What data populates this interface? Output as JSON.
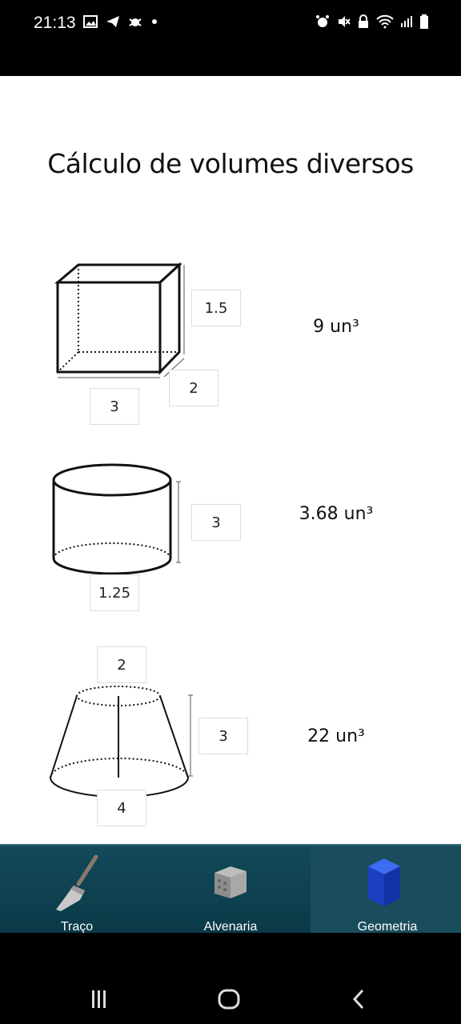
{
  "status": {
    "time": "21:13",
    "left_icons": [
      "gallery-icon",
      "telegram-icon",
      "bug-icon",
      "dot-icon"
    ],
    "right_icons": [
      "alarm-icon",
      "mute-icon",
      "lock-icon",
      "wifi-icon",
      "signal-icon",
      "battery-icon"
    ]
  },
  "title": "Cálculo de volumes diversos",
  "shapes": [
    {
      "name": "box",
      "inputs": {
        "height": "1.5",
        "depth": "2",
        "width": "3"
      },
      "result": "9 un³"
    },
    {
      "name": "cylinder",
      "inputs": {
        "height": "3",
        "radius": "1.25"
      },
      "result": "3.68 un³"
    },
    {
      "name": "frustum",
      "inputs": {
        "top": "2",
        "height": "3",
        "bottom": "4"
      },
      "result": "22 un³"
    }
  ],
  "nav": {
    "tabs": [
      {
        "label": "Traço",
        "icon": "trowel-icon"
      },
      {
        "label": "Alvenaria",
        "icon": "brick-icon"
      },
      {
        "label": "Geometria",
        "icon": "cube-icon",
        "active": true
      }
    ]
  },
  "colors": {
    "nav_bg": "#0b3947",
    "cube_accent": "#1a47d6"
  }
}
